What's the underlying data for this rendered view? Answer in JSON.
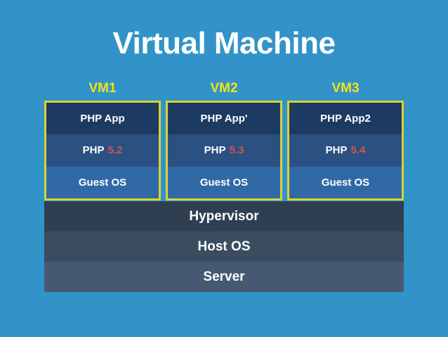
{
  "slide": {
    "title": "Virtual Machine",
    "background_color": "#3193c8"
  },
  "colors": {
    "background": "#3193c8",
    "vm_border": "#dbd233",
    "vm_label": "#f2e31c",
    "layer_app": "#1d3a63",
    "layer_php": "#2b5183",
    "layer_guest": "#3169a6",
    "php_version": "#d2544f",
    "bar_hypervisor": "#2f3f51",
    "bar_hostos": "#3a4c60",
    "bar_server": "#455a71",
    "text": "#ffffff"
  },
  "vms": [
    {
      "label": "VM1",
      "app": "PHP App",
      "php_prefix": "PHP",
      "php_version": "5.2",
      "guest_os": "Guest OS"
    },
    {
      "label": "VM2",
      "app": "PHP App'",
      "php_prefix": "PHP",
      "php_version": "5.3",
      "guest_os": "Guest OS"
    },
    {
      "label": "VM3",
      "app": "PHP App2",
      "php_prefix": "PHP",
      "php_version": "5.4",
      "guest_os": "Guest OS"
    }
  ],
  "stack": [
    {
      "label": "Hypervisor"
    },
    {
      "label": "Host OS"
    },
    {
      "label": "Server"
    }
  ]
}
